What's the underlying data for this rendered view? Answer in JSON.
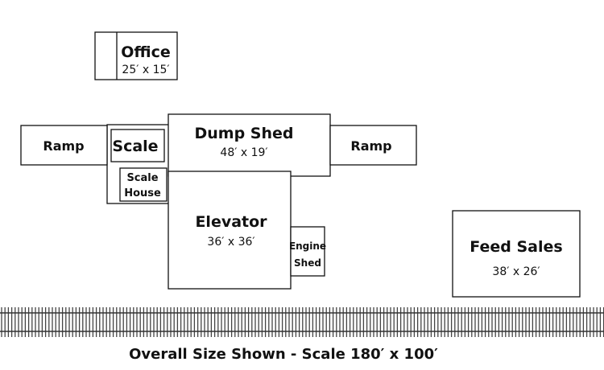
{
  "buildings": {
    "office": {
      "name": "Office",
      "size": "25′ x 15′"
    },
    "ramp_left": {
      "name": "Ramp"
    },
    "scale": {
      "name": "Scale"
    },
    "scale_house": {
      "line1": "Scale",
      "line2": "House"
    },
    "dump_shed": {
      "name": "Dump Shed",
      "size": "48′ x 19′"
    },
    "ramp_right": {
      "name": "Ramp"
    },
    "elevator": {
      "name": "Elevator",
      "size": "36′ x 36′"
    },
    "engine_shed": {
      "line1": "Engine",
      "line2": "Shed"
    },
    "feed_sales": {
      "name": "Feed Sales",
      "size": "38′ x 26′"
    }
  },
  "footer": {
    "caption": "Overall Size Shown - Scale 180′ x 100′"
  }
}
